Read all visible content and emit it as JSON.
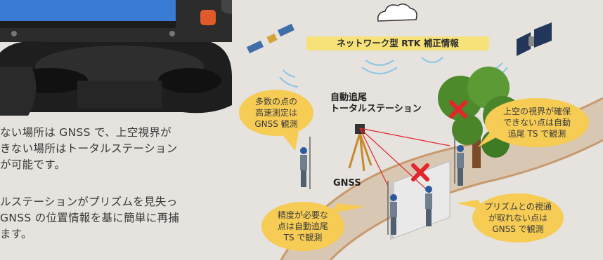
{
  "left_text": {
    "paragraph_1": "ない場所は GNSS で、上空視界が\nきない場所はトータルステーション\nが可能です。",
    "paragraph_2": "ルステーションがプリズムを見失っ\nGNSS の位置情報を基に簡単に再捕\nます。"
  },
  "diagram": {
    "banner": "ネットワーク型 RTK 補正情報",
    "station_label": "自動追尾\nトータルステーション",
    "gnss_label": "GNSS",
    "bubbles": {
      "top_left": "多数の点の\n高速測定は\nGNSS 観測",
      "top_right": "上空の視界が確保\nできない点は自動\n追尾 TS で観測",
      "bottom_left": "精度が必要な\n点は自動追尾\nTS で観測",
      "bottom_right": "プリズムとの視通\nが取れない点は\nGNSS で観測"
    }
  },
  "colors": {
    "background": "#e6e2dd",
    "bubble": "#f6cc55",
    "banner": "#f7e27a",
    "cross": "#e3262b",
    "path": "#c79a6e",
    "signal": "#8ac5e8"
  },
  "icons": [
    "cloud-icon",
    "satellite-icon",
    "cross-icon",
    "tree-icon",
    "wall-icon",
    "tripod-icon",
    "surveyor-icon",
    "total-station-device"
  ]
}
